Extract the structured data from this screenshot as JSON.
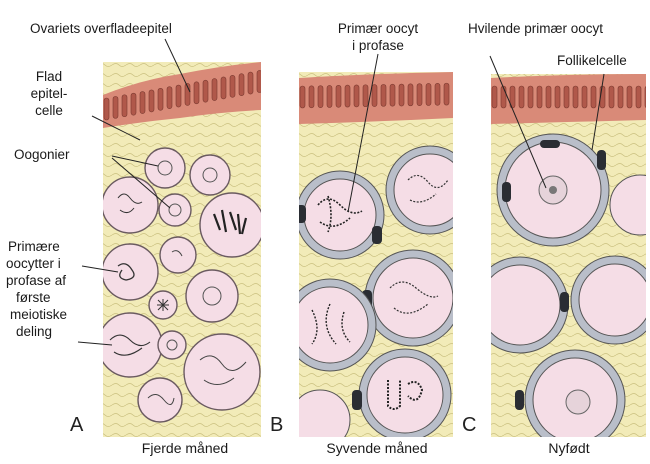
{
  "labels": {
    "surface_epithelium": "Ovariets overfladeepitel",
    "flat_epithelial_cell": [
      "Flad",
      "epitel-",
      "celle"
    ],
    "oogonia": "Oogonier",
    "primary_oocytes": [
      "Primære",
      "oocytter i",
      "profase af",
      "første",
      "meiotiske",
      "deling"
    ],
    "primary_oocyte_prophase": [
      "Primær oocyt",
      "i profase"
    ],
    "resting_primary_oocyte": "Hvilende primær oocyt",
    "follicle_cell": "Follikelcelle"
  },
  "panels": [
    {
      "letter": "A",
      "caption": "Fjerde måned"
    },
    {
      "letter": "B",
      "caption": "Syvende måned"
    },
    {
      "letter": "C",
      "caption": "Nyfødt"
    }
  ],
  "colors": {
    "epithelium": "#d98a78",
    "epithelium_nucleus": "#b0584a",
    "stroma": "#f2ebb8",
    "oocyte": "#f5dde6",
    "follicle": "#b9bec9",
    "dark_nucleus": "#2a2d33"
  }
}
